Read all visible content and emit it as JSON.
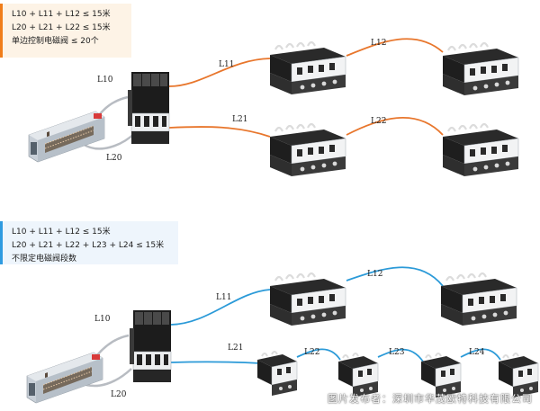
{
  "top_note": {
    "line1": "L10 + L11 + L12 ≤ 15米",
    "line2": "L20 + L21 + L22 ≤ 15米",
    "line3": "单边控制电磁阀 ≤ 20个"
  },
  "bottom_note": {
    "line1": "L10 + L11 + L12 ≤ 15米",
    "line2": "L20 + L21 + L22 + L23 + L24 ≤ 15米",
    "line3": "不限定电磁阀段数"
  },
  "top_labels": {
    "l10": "L10",
    "l11": "L11",
    "l12": "L12",
    "l20": "L20",
    "l21": "L21",
    "l22": "L22"
  },
  "bottom_labels": {
    "l10": "L10",
    "l11": "L11",
    "l12": "L12",
    "l20": "L20",
    "l21": "L21",
    "l22": "L22",
    "l23": "L23",
    "l24": "L24"
  },
  "watermark": "图片发布者：深圳市华茂欧特科技有限公司",
  "colors": {
    "orange_cable": "#e8762c",
    "blue_cable": "#2b9ad8",
    "grey_cable": "#b8bcc2"
  }
}
